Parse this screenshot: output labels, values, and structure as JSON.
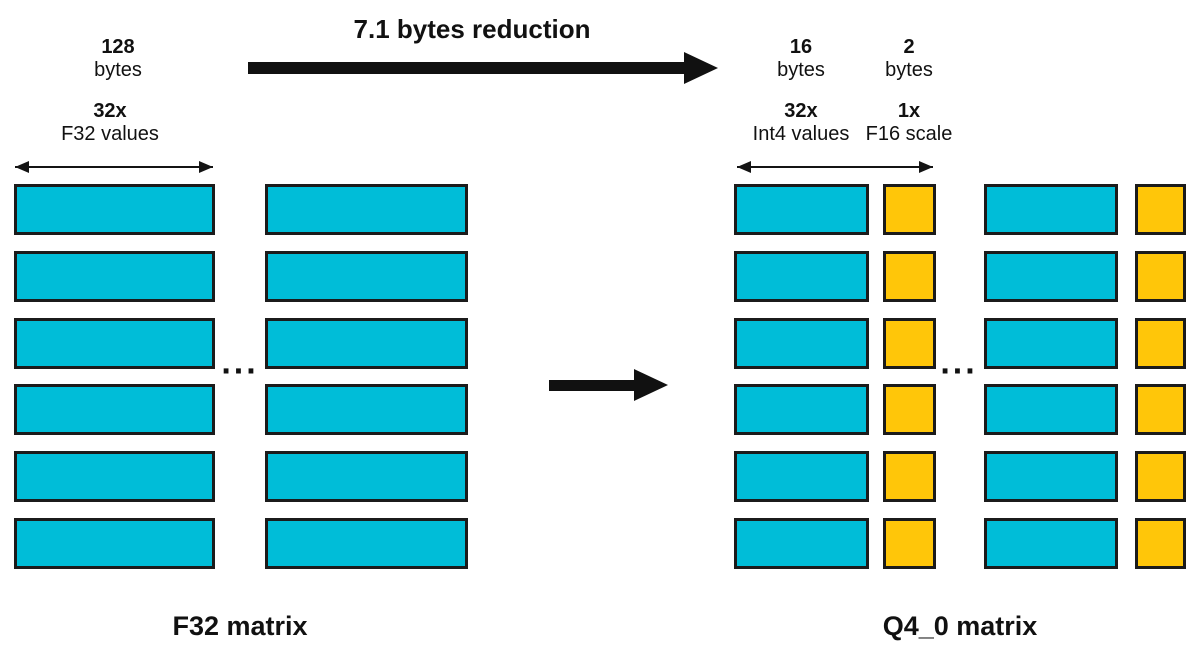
{
  "title": "7.1 bytes reduction",
  "ellipsis": "...",
  "left_matrix": {
    "caption": "F32 matrix",
    "rows": 6,
    "columns": 2,
    "bytes_label": {
      "value": "128",
      "unit": "bytes"
    },
    "values_label": {
      "count": "32x",
      "desc": "F32 values"
    }
  },
  "right_matrix": {
    "caption": "Q4_0 matrix",
    "rows": 6,
    "groups": 2,
    "int4_bytes_label": {
      "value": "16",
      "unit": "bytes"
    },
    "scale_bytes_label": {
      "value": "2",
      "unit": "bytes"
    },
    "int4_values_label": {
      "count": "32x",
      "desc": "Int4 values"
    },
    "scale_values_label": {
      "count": "1x",
      "desc": "F16 scale"
    }
  },
  "colors": {
    "f32_block": "#00BDD8",
    "int4_block": "#00BDD8",
    "f16_scale_block": "#FFC609",
    "block_border": "#1b1b1b",
    "arrow": "#111111"
  }
}
